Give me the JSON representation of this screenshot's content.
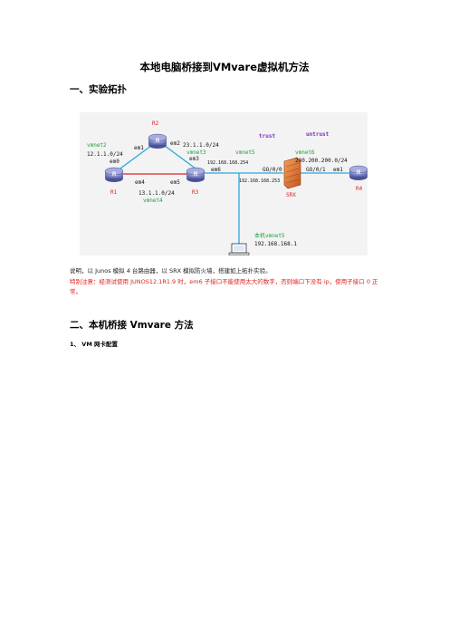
{
  "document": {
    "title": "本地电脑桥接到VMvare虚拟机方法",
    "section1_heading": "一、实验拓扑",
    "section2_heading": "二、本机桥接 Vmvare 方法",
    "subsection_heading": "1、 VM 网卡配置",
    "note_line": "说明，以 Junos 模拟 4 台路由器，以 SRX 模拟防火墙，搭建如上拓扑实验。",
    "warning_line": "特别注意：经测试使用 JUNOS12.1R1.9 时，em6 子接口不能使用太大的数字，否则端口下没有 ip，使用子接口 0 正常。"
  },
  "topology": {
    "routers": {
      "r1": "R1",
      "r2": "R2",
      "r3": "R3",
      "r4": "R4"
    },
    "firewall": "SRX",
    "zones": {
      "trust": "trust",
      "untrust": "untrust"
    },
    "vmnets": {
      "vmnet2": "vmnet2",
      "vmnet3": "vmnet3",
      "vmnet4": "vmnet4",
      "vmnet5": "vmnet5",
      "vmnet6": "vmnet6",
      "host_vmnet5": "本机vmnet5"
    },
    "subnets": {
      "r1_r2": "12.1.1.0/24",
      "r2_r3": "23.1.1.0/24",
      "r1_r3": "13.1.1.0/24",
      "srx_r4": "200.200.200.0/24"
    },
    "addresses": {
      "r3_em6": "192.168.168.254",
      "srx_ge00": "192.168.168.253",
      "host": "192.168.168.1"
    },
    "interfaces": {
      "r1_em0": "em0",
      "r1_em4": "em4",
      "r2_em1": "em1",
      "r2_em2": "em2",
      "r3_em3": "em3",
      "r3_em5": "em5",
      "r3_em6": "em6",
      "srx_ge00": "GO/0/0",
      "srx_ge01": "GO/0/1",
      "r4_em1": "em1"
    },
    "colors": {
      "link_blue": "#29a9e0",
      "link_red": "#e02020",
      "label_green": "#1e9e3a",
      "label_red": "#e02020",
      "zone_purple": "#7a2fbf",
      "router_fill": "#7f86c6"
    }
  }
}
